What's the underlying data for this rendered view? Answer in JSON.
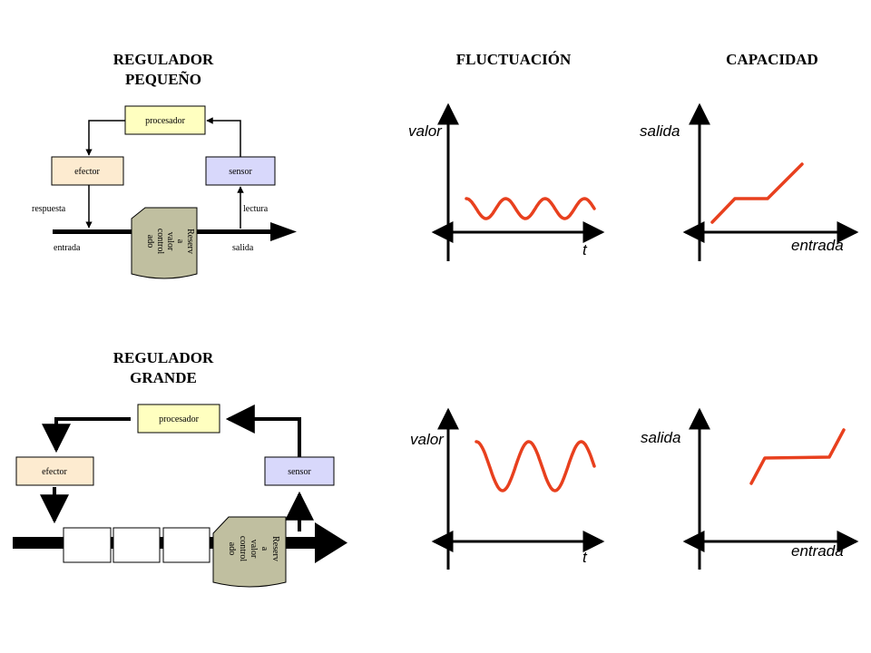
{
  "small_regulator": {
    "title_line1": "REGULADOR",
    "title_line2": "PEQUEÑO",
    "processor": "procesador",
    "effector": "efector",
    "sensor": "sensor",
    "response": "respuesta",
    "reading": "lectura",
    "input": "entrada",
    "output": "salida",
    "reserve_lines": [
      "Reserv",
      "a",
      "valor",
      "control",
      "ado"
    ]
  },
  "large_regulator": {
    "title_line1": "REGULADOR",
    "title_line2": "GRANDE",
    "processor": "procesador",
    "effector": "efector",
    "sensor": "sensor",
    "reserve_lines": [
      "Reserv",
      "a",
      "valor",
      "control",
      "ado"
    ]
  },
  "fluctuation": {
    "title": "FLUCTUACIÓN",
    "y_label": "valor",
    "x_label": "t"
  },
  "capacity": {
    "title": "CAPACIDAD",
    "y_label": "salida",
    "x_label": "entrada"
  },
  "colors": {
    "curve": "#e8401e",
    "processor_fill": "#ffffc0",
    "effector_fill": "#fdebd0",
    "sensor_fill": "#d8d8fb",
    "reserve_fill": "#c0bfa0"
  }
}
